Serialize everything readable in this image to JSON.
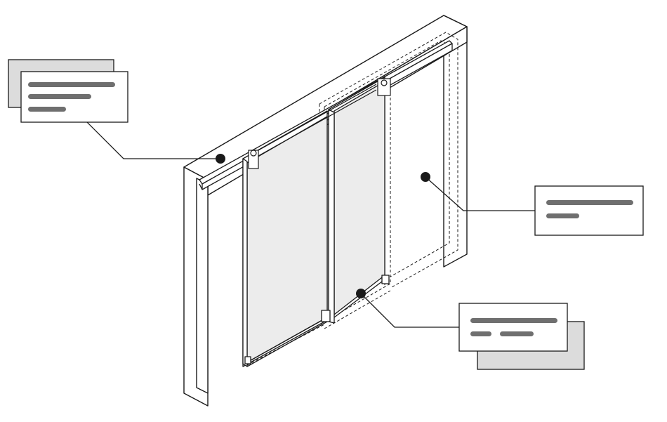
{
  "diagram": {
    "subject": "sliding-door-assembly",
    "colors": {
      "stroke": "#1a1a1a",
      "panel_fill": "#ececec",
      "placeholder_bar": "#6f6f6f",
      "card_shadow": "#dcdcdc",
      "card_fill": "#ffffff",
      "marker": "#1a1a1a"
    },
    "callouts": [
      {
        "id": "top-track",
        "stacked": true,
        "placeholder_lines": 3
      },
      {
        "id": "door-panel",
        "stacked": false,
        "placeholder_lines": 2
      },
      {
        "id": "bottom-guide",
        "stacked": true,
        "placeholder_lines": 2
      }
    ]
  }
}
